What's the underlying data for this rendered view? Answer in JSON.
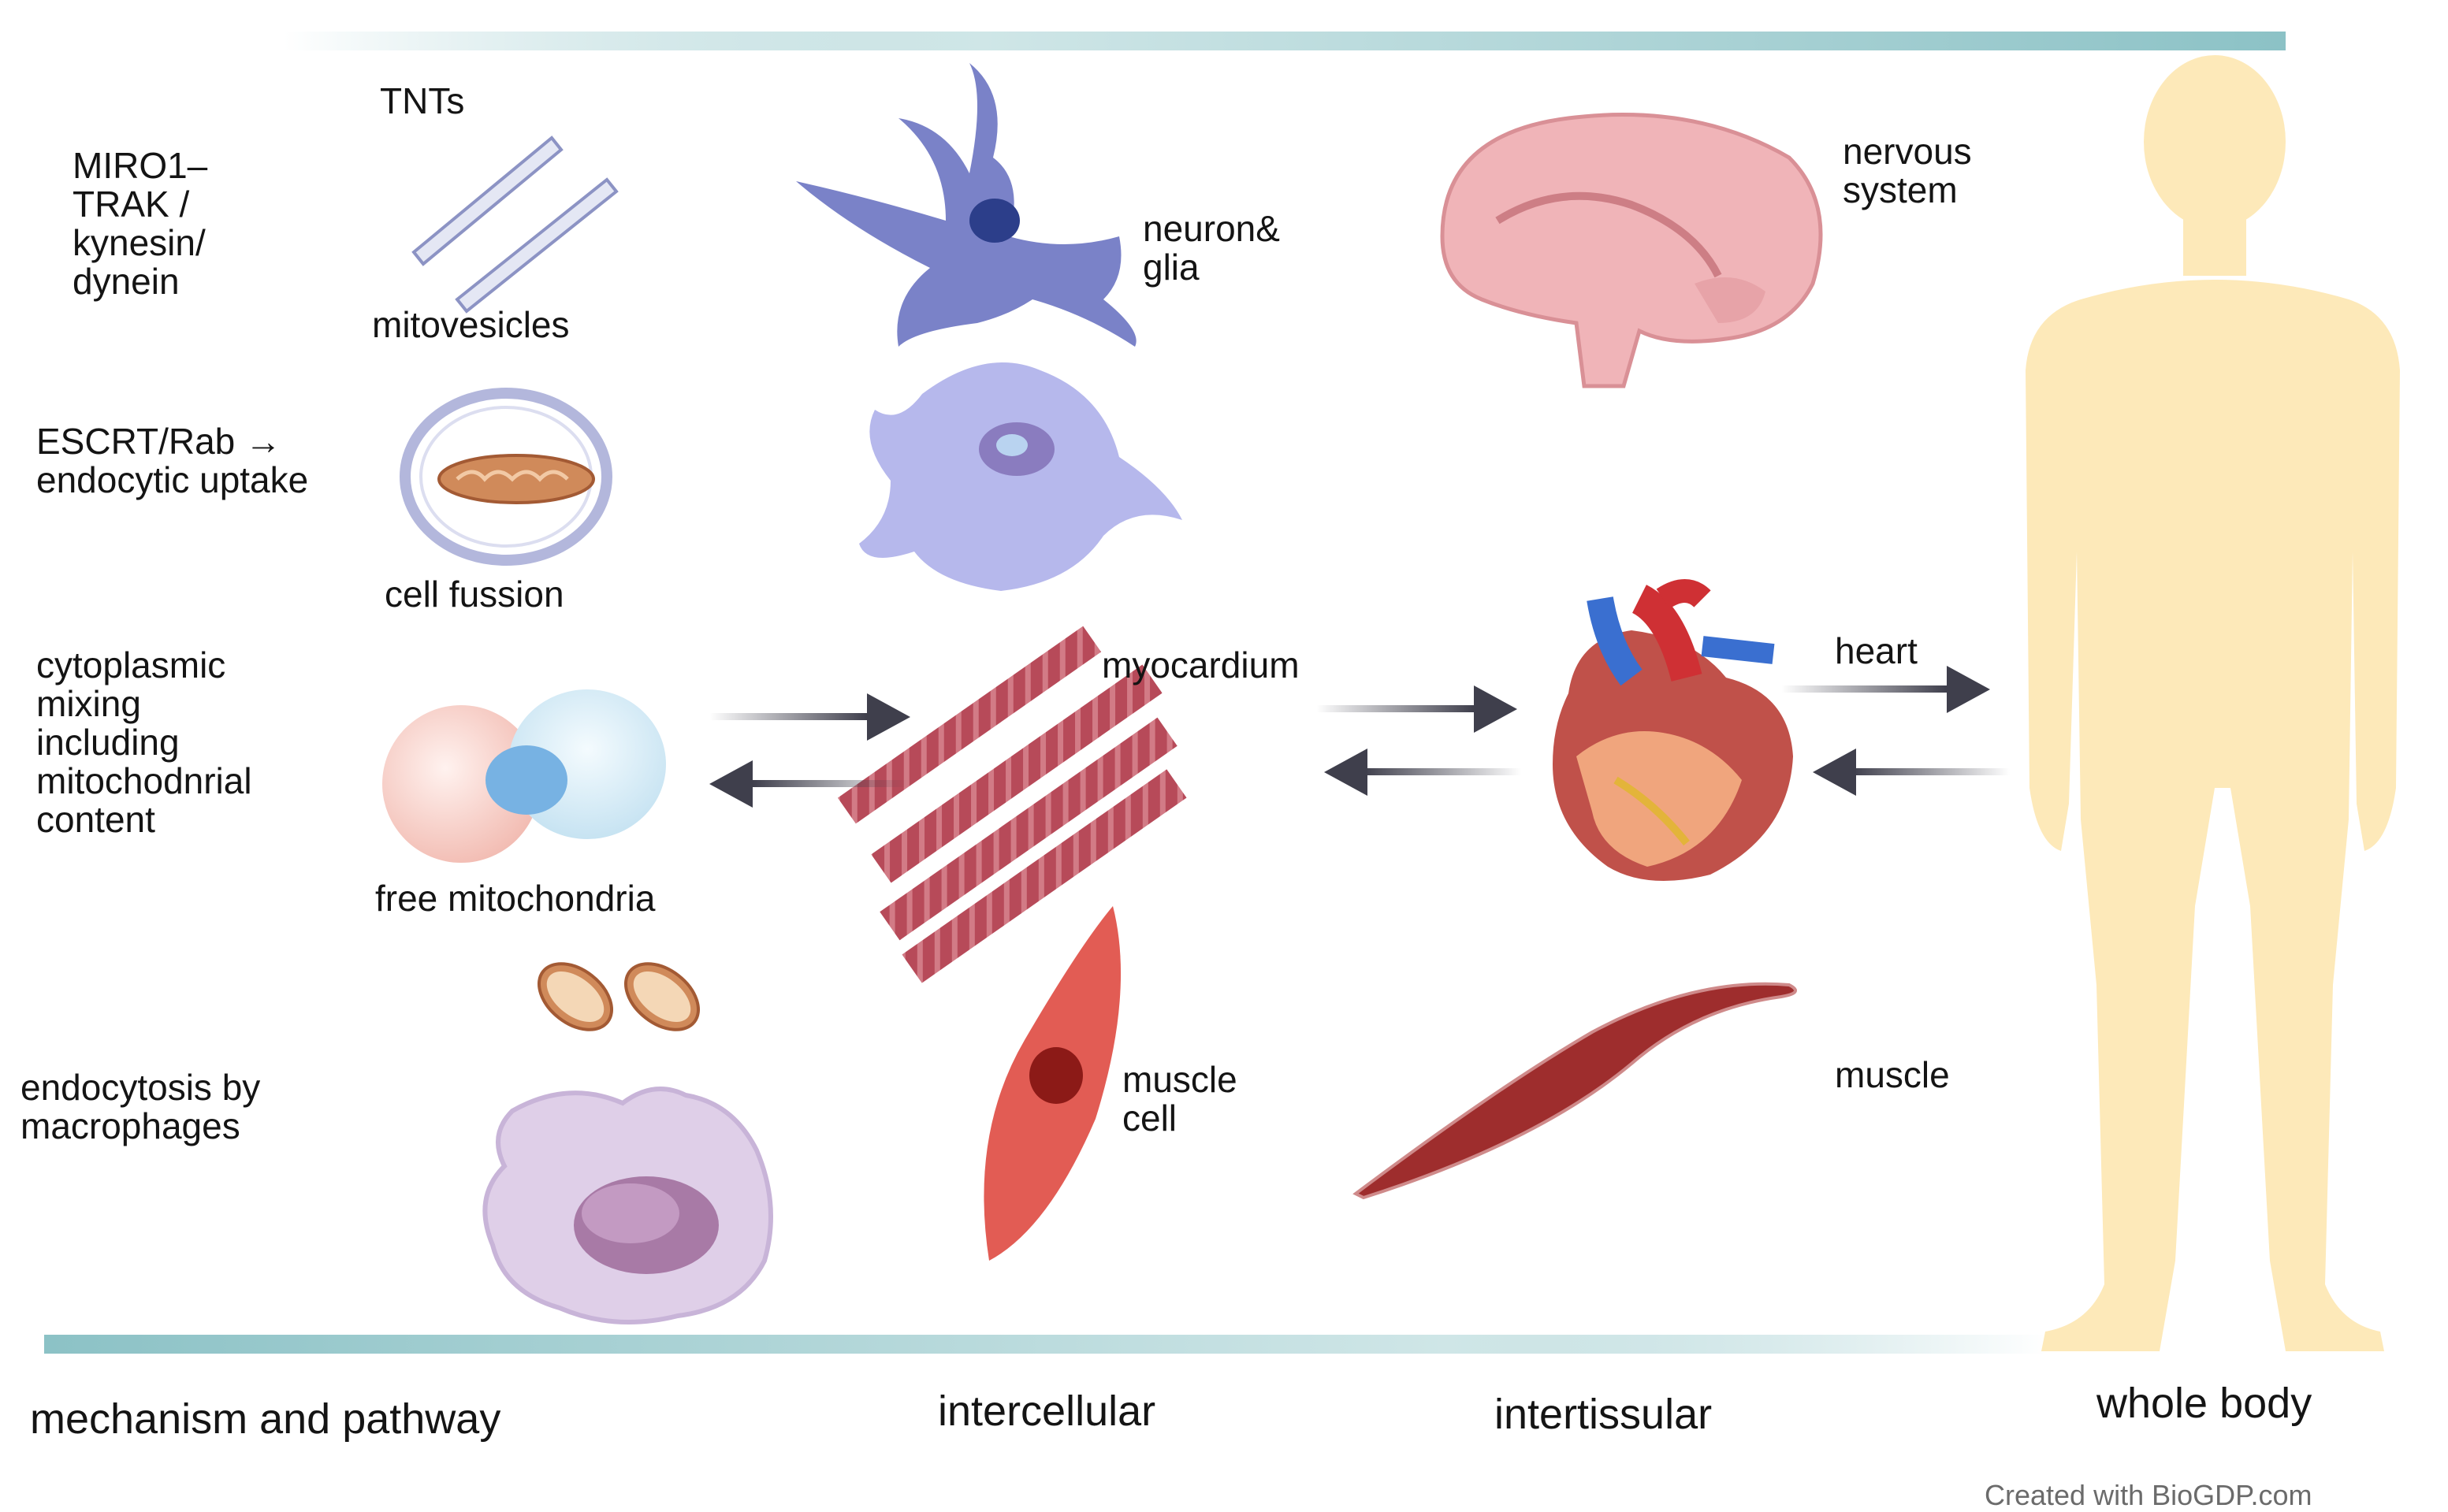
{
  "labels": {
    "tnts": "TNTs",
    "miro": "MIRO1–\nTRAK /\nkynesin/\ndynein",
    "mitovesicles": "mitovesicles",
    "escrt": "ESCRT/Rab →\nendocytic uptake",
    "cell_fussion": "cell fussion",
    "cytoplasmic": "cytoplasmic\nmixing\nincluding\nmitochodnrial\ncontent",
    "free_mito": "free mitochondria",
    "endocytosis": "endocytosis by\nmacrophages",
    "neuron_glia": "neuron&\nglia",
    "myocardium": "myocardium",
    "muscle_cell": "muscle\ncell",
    "nervous_system": "nervous\nsystem",
    "heart": "heart",
    "muscle": "muscle"
  },
  "columns": {
    "mechanism": "mechanism and pathway",
    "intercellular": "intercellular",
    "intertissular": "intertissular",
    "whole_body": "whole body"
  },
  "credit": "Created with BioGDP.com",
  "colors": {
    "bar_accent": "#8cc2c6",
    "body": "#fde9b9",
    "neuron": "#7a82c8",
    "glia": "#b6b8ec",
    "brain": "#f0b4b8",
    "myocardium": "#b74a59",
    "muscle_cell": "#e25c54",
    "muscle": "#9e2d2d",
    "heart_red": "#cf3034",
    "heart_blue": "#3a6fd0",
    "mitochondria": "#d08a5a",
    "macrophage": "#d9c6e3",
    "arrow": "#3f3f4c"
  }
}
